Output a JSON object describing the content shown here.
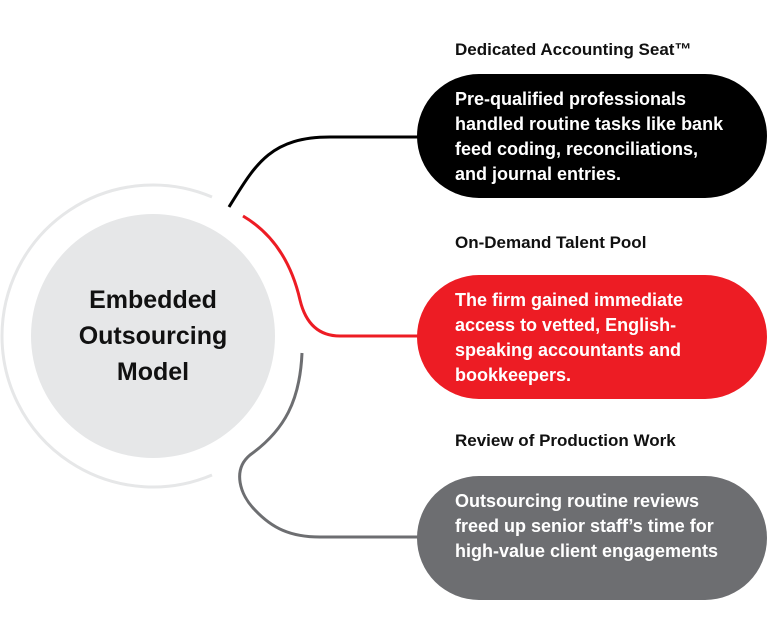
{
  "hub": {
    "label": "Embedded Outsourcing Model"
  },
  "items": [
    {
      "title": "Dedicated Accounting Seat™",
      "text": "Pre-qualified professionals handled routine tasks like bank feed coding, reconciliations, and journal entries.",
      "color": "#000000"
    },
    {
      "title": "On-Demand Talent Pool",
      "text": "The firm gained immediate access to vetted, English-speaking accountants and bookkeepers.",
      "color": "#ed1c24"
    },
    {
      "title": "Review of Production Work",
      "text": "Outsourcing routine reviews freed up senior staff’s time for high-value client engagements",
      "color": "#6d6e71"
    }
  ],
  "colors": {
    "ring": "#e6e7e8",
    "hub": "#e6e7e8"
  }
}
